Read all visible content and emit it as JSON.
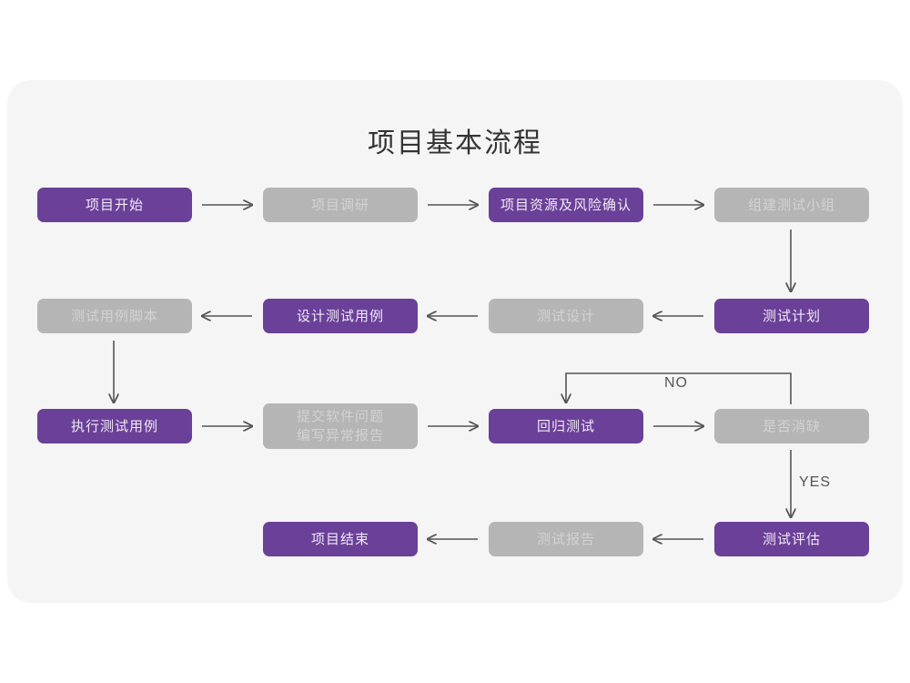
{
  "diagram": {
    "title": "项目基本流程",
    "background": "#ffffff",
    "card_color": "#f5f5f5",
    "colors": {
      "purple": "#6b4098",
      "purple_text": "#f0e9f6",
      "gray": "#b5b5b5",
      "gray_text": "#d2d2d2",
      "connector": "#555555",
      "title_text": "#333333"
    },
    "nodes": [
      {
        "id": "n1",
        "label": "项目开始",
        "style": "purple",
        "row": 1,
        "col": 1
      },
      {
        "id": "n2",
        "label": "项目调研",
        "style": "gray",
        "row": 1,
        "col": 2
      },
      {
        "id": "n3",
        "label": "项目资源及风险确认",
        "style": "purple",
        "row": 1,
        "col": 3
      },
      {
        "id": "n4",
        "label": "组建测试小组",
        "style": "gray",
        "row": 1,
        "col": 4
      },
      {
        "id": "n5",
        "label": "测试用例脚本",
        "style": "gray",
        "row": 2,
        "col": 1
      },
      {
        "id": "n6",
        "label": "设计测试用例",
        "style": "purple",
        "row": 2,
        "col": 2
      },
      {
        "id": "n7",
        "label": "测试设计",
        "style": "gray",
        "row": 2,
        "col": 3
      },
      {
        "id": "n8",
        "label": "测试计划",
        "style": "purple",
        "row": 2,
        "col": 4
      },
      {
        "id": "n9",
        "label": "执行测试用例",
        "style": "purple",
        "row": 3,
        "col": 1
      },
      {
        "id": "n10",
        "label": "提交软件问题\n编写异常报告",
        "style": "gray",
        "row": 3,
        "col": 2
      },
      {
        "id": "n11",
        "label": "回归测试",
        "style": "purple",
        "row": 3,
        "col": 3
      },
      {
        "id": "n12",
        "label": "是否消缺",
        "style": "gray",
        "row": 3,
        "col": 4
      },
      {
        "id": "n13",
        "label": "项目结束",
        "style": "purple",
        "row": 4,
        "col": 2
      },
      {
        "id": "n14",
        "label": "测试报告",
        "style": "gray",
        "row": 4,
        "col": 3
      },
      {
        "id": "n15",
        "label": "测试评估",
        "style": "purple",
        "row": 4,
        "col": 4
      }
    ],
    "edge_labels": {
      "no": "NO",
      "yes": "YES"
    },
    "flow_sequence": [
      "项目开始",
      "项目调研",
      "项目资源及风险确认",
      "组建测试小组",
      "测试计划",
      "测试设计",
      "设计测试用例",
      "测试用例脚本",
      "执行测试用例",
      "提交软件问题 编写异常报告",
      "回归测试",
      "是否消缺",
      "测试评估",
      "测试报告",
      "项目结束"
    ]
  }
}
